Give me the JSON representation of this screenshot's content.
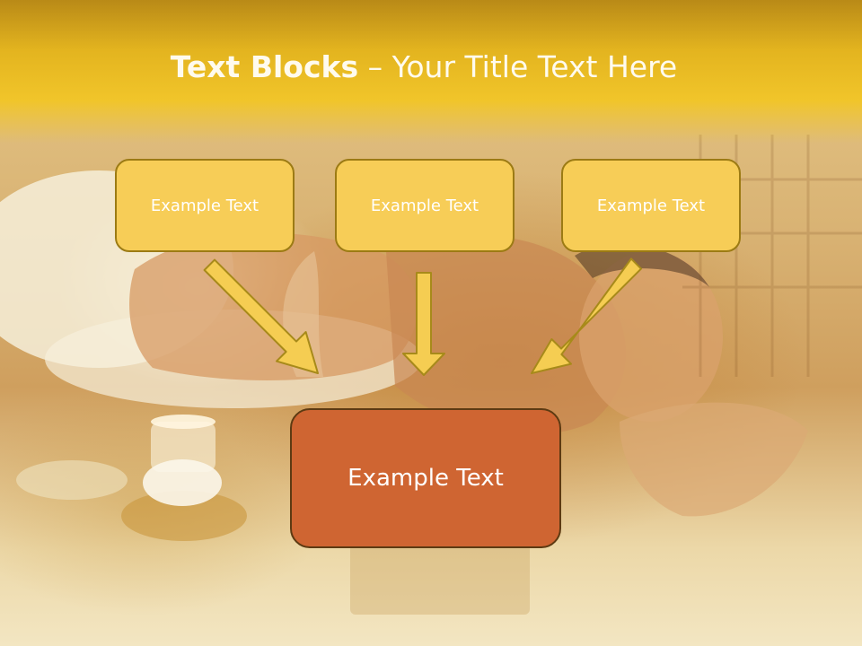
{
  "title": {
    "bold": "Text Blocks",
    "rest": " – Your Title Text Here"
  },
  "boxes": {
    "top_left": "Example Text",
    "top_center": "Example Text",
    "top_right": "Example Text",
    "bottom": "Example Text"
  },
  "colors": {
    "title_band": "#f1c52a",
    "small_box_fill": "#f7cd57",
    "small_box_border": "#9c7b14",
    "big_box_fill": "#cf6532",
    "arrow_fill": "#f5cd52"
  }
}
